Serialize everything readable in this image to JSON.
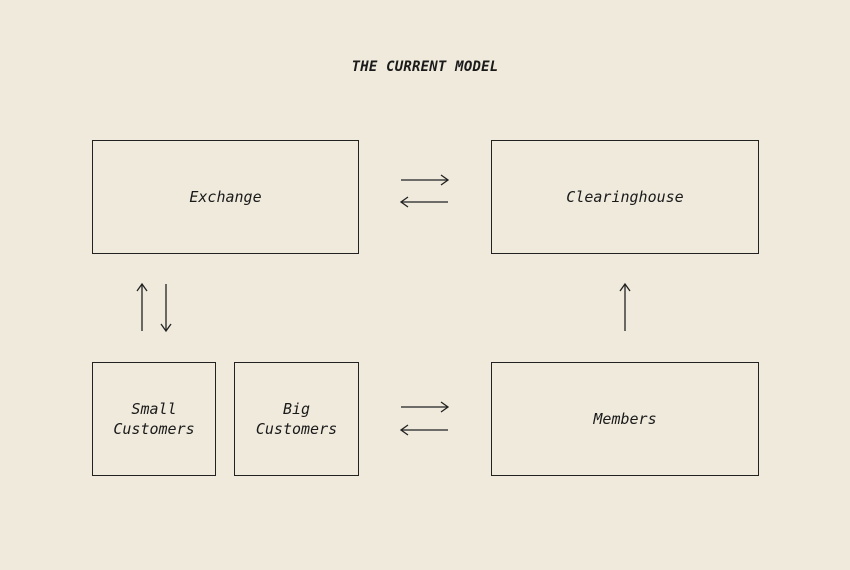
{
  "title": "THE CURRENT MODEL",
  "boxes": {
    "exchange": "Exchange",
    "clearinghouse": "Clearinghouse",
    "small_customers": "Small\nCustomers",
    "big_customers": "Big\nCustomers",
    "members": "Members"
  },
  "colors": {
    "background": "#efeadc",
    "stroke": "#222222"
  }
}
